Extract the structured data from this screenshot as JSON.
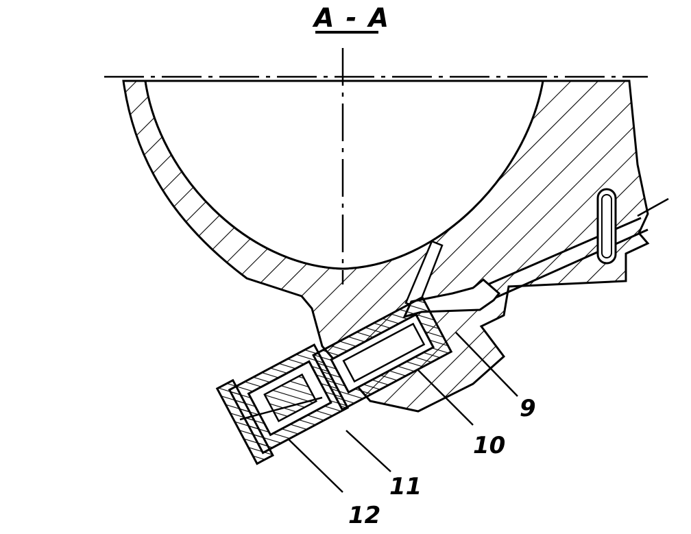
{
  "section_title": "A - A",
  "callouts": {
    "nine": "9",
    "ten": "10",
    "eleven": "11",
    "twelve": "12"
  }
}
